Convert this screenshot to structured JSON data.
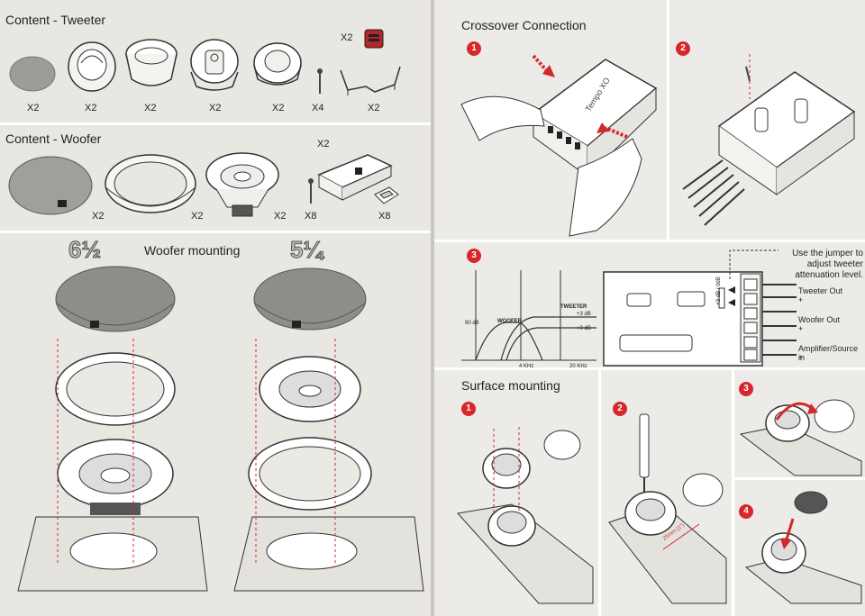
{
  "left_page": {
    "tweeter": {
      "title": "Content - Tweeter",
      "quantities": [
        "X2",
        "X2",
        "X2",
        "X2",
        "X2",
        "X4",
        "X2"
      ],
      "badge_qty": "X2"
    },
    "woofer": {
      "title": "Content - Woofer",
      "quantities": [
        "X2",
        "X2",
        "X2",
        "X8",
        "X8"
      ],
      "crossover_qty": "X2"
    },
    "mounting": {
      "title": "Woofer mounting",
      "size_large": "6½",
      "size_small": "5¼"
    }
  },
  "right_page": {
    "crossover": {
      "title": "Crossover Connection",
      "steps": [
        "1",
        "2",
        "3"
      ],
      "device_label": "Tempo XO"
    },
    "graph": {
      "ylabel": "90 dB",
      "woofer_label": "WOOFER",
      "tweeter_label": "TWEETER",
      "plus3": "+3 dB",
      "zero": "+0 dB",
      "x_4k": "4 KHz",
      "x_20k": "20 KHz"
    },
    "board": {
      "jumper_note": "Use the jumper to adjust tweeter attenuation level.",
      "jumper_label": "+3 dB / 0dB",
      "tweeter_out": "Tweeter Out",
      "woofer_out": "Woofer Out",
      "amplifier_in": "Amplifier/Source in",
      "plus": "+",
      "minus": "-"
    },
    "surface": {
      "title": "Surface mounting",
      "steps": [
        "1",
        "2",
        "3",
        "4"
      ],
      "dimension": "25mm (1\")"
    }
  },
  "colors": {
    "accent": "#d6282b",
    "panel_divider": "#ffffff"
  }
}
